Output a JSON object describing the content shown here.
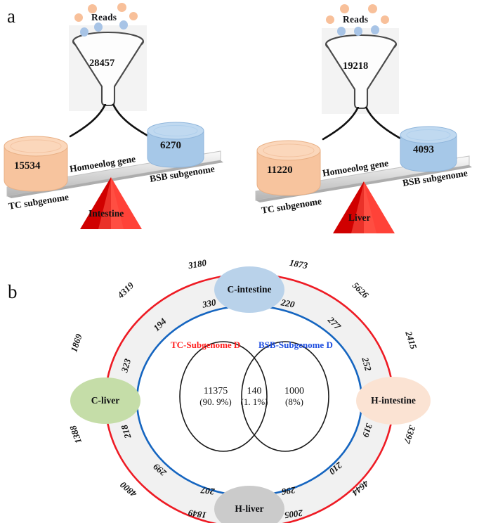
{
  "figure": {
    "panel_a_letter": "a",
    "panel_b_letter": "b"
  },
  "panel_a": {
    "scales": [
      {
        "id": "intestine",
        "reads_label": "Reads",
        "funnel_count": "28457",
        "beam_label": "Homoeolog gene",
        "fulcrum_label": "Intestine",
        "left_cylinder": {
          "count": "15534",
          "label": "TC subgenome",
          "color": "#F7C49E"
        },
        "right_cylinder": {
          "count": "6270",
          "label": "BSB subgenome",
          "color": "#A6C8E8"
        }
      },
      {
        "id": "liver",
        "reads_label": "Reads",
        "funnel_count": "19218",
        "beam_label": "Homoeolog gene",
        "fulcrum_label": "Liver",
        "left_cylinder": {
          "count": "11220",
          "label": "TC subgenome",
          "color": "#F7C49E"
        },
        "right_cylinder": {
          "count": "4093",
          "label": "BSB subgenome",
          "color": "#A6C8E8"
        }
      }
    ],
    "colors": {
      "reads_orange": "#F8C09A",
      "reads_blue": "#A8C4E6",
      "funnel_box": "#F3F3F3",
      "pyramid_bright": "#FF3B30",
      "pyramid_dark": "#CC0000",
      "beam_gray": "#D5D5D5"
    }
  },
  "panel_b": {
    "nodes": [
      {
        "name": "C-intestine",
        "position": "top",
        "color": "#B9D2EA"
      },
      {
        "name": "H-intestine",
        "position": "right",
        "color": "#FBE3D3"
      },
      {
        "name": "H-liver",
        "position": "bottom",
        "color": "#CBCBCB"
      },
      {
        "name": "C-liver",
        "position": "left",
        "color": "#C5DDA8"
      }
    ],
    "legend": [
      {
        "label": "TC-Subgenome D",
        "color": "#FF2020"
      },
      {
        "label": "BSB-Subgenome D",
        "color": "#1F4FE0"
      }
    ],
    "outer_ring_color": "#EE1B24",
    "inner_ring_color": "#1565C0",
    "band_fill": "#F1F1F1",
    "outer_values": [
      {
        "value": "3180",
        "between": "C-intestine-to-C-liver",
        "side": "top-left"
      },
      {
        "value": "4319",
        "between": "C-intestine-to-C-liver",
        "side": "upper-left"
      },
      {
        "value": "1869",
        "between": "C-intestine-to-C-liver",
        "side": "left-upper"
      },
      {
        "value": "1388",
        "between": "C-liver-to-H-liver",
        "side": "left-lower"
      },
      {
        "value": "4800",
        "between": "C-liver-to-H-liver",
        "side": "lower-left"
      },
      {
        "value": "1849",
        "between": "C-liver-to-H-liver",
        "side": "bottom-left"
      },
      {
        "value": "2005",
        "between": "H-liver-to-H-intestine",
        "side": "bottom-right"
      },
      {
        "value": "4644",
        "between": "H-liver-to-H-intestine",
        "side": "lower-right"
      },
      {
        "value": "3397",
        "between": "H-liver-to-H-intestine",
        "side": "right-lower"
      },
      {
        "value": "2415",
        "between": "H-intestine-to-C-intestine",
        "side": "right-upper"
      },
      {
        "value": "5626",
        "between": "H-intestine-to-C-intestine",
        "side": "upper-right"
      },
      {
        "value": "1873",
        "between": "H-intestine-to-C-intestine",
        "side": "top-right"
      }
    ],
    "inner_values": [
      {
        "value": "330",
        "between": "C-intestine-to-C-liver",
        "side": "top-left"
      },
      {
        "value": "194",
        "between": "C-intestine-to-C-liver",
        "side": "upper-left"
      },
      {
        "value": "323",
        "between": "C-intestine-to-C-liver",
        "side": "left-upper"
      },
      {
        "value": "218",
        "between": "C-liver-to-H-liver",
        "side": "left-lower"
      },
      {
        "value": "299",
        "between": "C-liver-to-H-liver",
        "side": "lower-left"
      },
      {
        "value": "207",
        "between": "C-liver-to-H-liver",
        "side": "bottom-left"
      },
      {
        "value": "296",
        "between": "H-liver-to-H-intestine",
        "side": "bottom-right"
      },
      {
        "value": "210",
        "between": "H-liver-to-H-intestine",
        "side": "lower-right"
      },
      {
        "value": "319",
        "between": "H-liver-to-H-intestine",
        "side": "right-lower"
      },
      {
        "value": "252",
        "between": "H-intestine-to-C-intestine",
        "side": "right-upper"
      },
      {
        "value": "277",
        "between": "H-intestine-to-C-intestine",
        "side": "upper-right"
      },
      {
        "value": "220",
        "between": "H-intestine-to-C-intestine",
        "side": "top-right"
      }
    ],
    "venn": {
      "left": {
        "count": "11375",
        "percent": "(90. 9%)"
      },
      "intersect": {
        "count": "140",
        "percent": "(1. 1%)"
      },
      "right": {
        "count": "1000",
        "percent": "(8%)"
      }
    }
  },
  "chart_data": {
    "type": "diagram",
    "title": "Homoeolog expression bias and subgenome dominance",
    "panel_a": {
      "type": "balance-schematic",
      "units": [
        {
          "tissue": "Intestine",
          "reads_filtered": 28457,
          "TC_subgenome": 15534,
          "BSB_subgenome": 6270
        },
        {
          "tissue": "Liver",
          "reads_filtered": 19218,
          "TC_subgenome": 11220,
          "BSB_subgenome": 4093
        }
      ]
    },
    "panel_b": {
      "type": "circular-ring",
      "nodes": [
        "C-intestine",
        "H-intestine",
        "H-liver",
        "C-liver"
      ],
      "outer_series": {
        "name": "TC-Subgenome D",
        "color": "#EE1B24",
        "values": [
          3180,
          1873,
          5626,
          2415,
          3397,
          4644,
          2005,
          1849,
          4800,
          1388,
          1869,
          4319
        ]
      },
      "inner_series": {
        "name": "BSB-Subgenome D",
        "color": "#1565C0",
        "values": [
          330,
          220,
          277,
          252,
          319,
          210,
          296,
          207,
          299,
          218,
          323,
          194
        ]
      },
      "venn": {
        "TC_only": 11375,
        "TC_only_pct": 90.9,
        "shared": 140,
        "shared_pct": 1.1,
        "BSB_only": 1000,
        "BSB_only_pct": 8
      }
    }
  }
}
